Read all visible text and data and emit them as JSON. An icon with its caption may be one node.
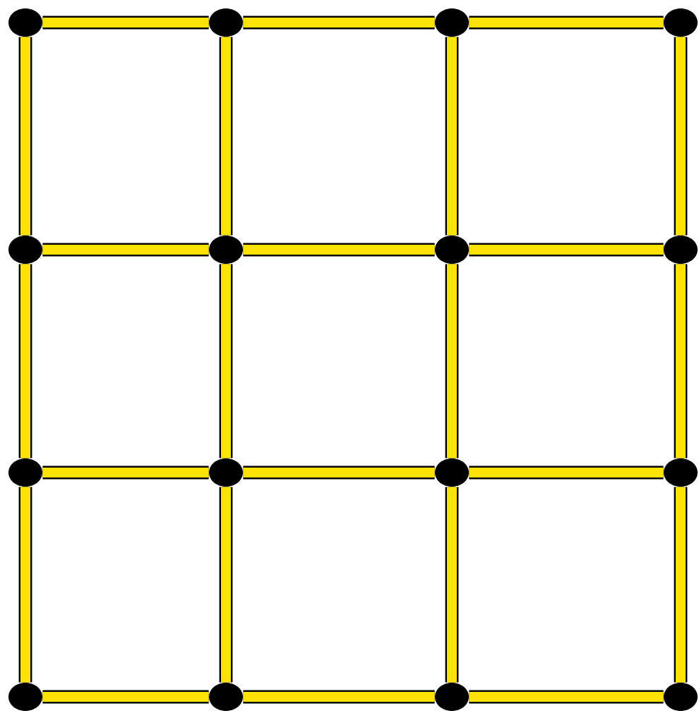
{
  "diagram": {
    "nodes": [
      {
        "text": [],
        "shape": "circle"
      },
      {
        "text": [],
        "shape": "circle"
      },
      {
        "text": [],
        "shape": "circle"
      },
      {
        "text": [],
        "shape": "circle"
      },
      {
        "text": [],
        "shape": "circle"
      },
      {
        "text": [],
        "shape": "circle"
      },
      {
        "text": [],
        "shape": "circle"
      },
      {
        "text": [],
        "shape": "circle"
      },
      {
        "text": [],
        "shape": "circle"
      },
      {
        "text": [],
        "shape": "circle"
      },
      {
        "text": [],
        "shape": "circle"
      },
      {
        "text": [],
        "shape": "circle"
      },
      {
        "text": [],
        "shape": "circle"
      },
      {
        "text": [],
        "shape": "circle"
      },
      {
        "text": [],
        "shape": "circle"
      },
      {
        "text": [],
        "shape": "circle"
      }
    ],
    "edges": [
      {
        "from": 0,
        "to": 1,
        "arrow": "none"
      },
      {
        "from": 1,
        "to": 2,
        "arrow": "none"
      },
      {
        "from": 2,
        "to": 3,
        "arrow": "none"
      },
      {
        "from": 4,
        "to": 5,
        "arrow": "none"
      },
      {
        "from": 5,
        "to": 6,
        "arrow": "none"
      },
      {
        "from": 6,
        "to": 7,
        "arrow": "none"
      },
      {
        "from": 8,
        "to": 9,
        "arrow": "none"
      },
      {
        "from": 9,
        "to": 10,
        "arrow": "none"
      },
      {
        "from": 10,
        "to": 11,
        "arrow": "none"
      },
      {
        "from": 12,
        "to": 13,
        "arrow": "none"
      },
      {
        "from": 13,
        "to": 14,
        "arrow": "none"
      },
      {
        "from": 14,
        "to": 15,
        "arrow": "none"
      },
      {
        "from": 0,
        "to": 4,
        "arrow": "none"
      },
      {
        "from": 4,
        "to": 8,
        "arrow": "none"
      },
      {
        "from": 8,
        "to": 12,
        "arrow": "none"
      },
      {
        "from": 1,
        "to": 5,
        "arrow": "none"
      },
      {
        "from": 5,
        "to": 9,
        "arrow": "none"
      },
      {
        "from": 9,
        "to": 13,
        "arrow": "none"
      },
      {
        "from": 2,
        "to": 6,
        "arrow": "none"
      },
      {
        "from": 6,
        "to": 10,
        "arrow": "none"
      },
      {
        "from": 10,
        "to": 14,
        "arrow": "none"
      },
      {
        "from": 3,
        "to": 7,
        "arrow": "none"
      },
      {
        "from": 7,
        "to": 11,
        "arrow": "none"
      },
      {
        "from": 11,
        "to": 15,
        "arrow": "none"
      }
    ]
  }
}
